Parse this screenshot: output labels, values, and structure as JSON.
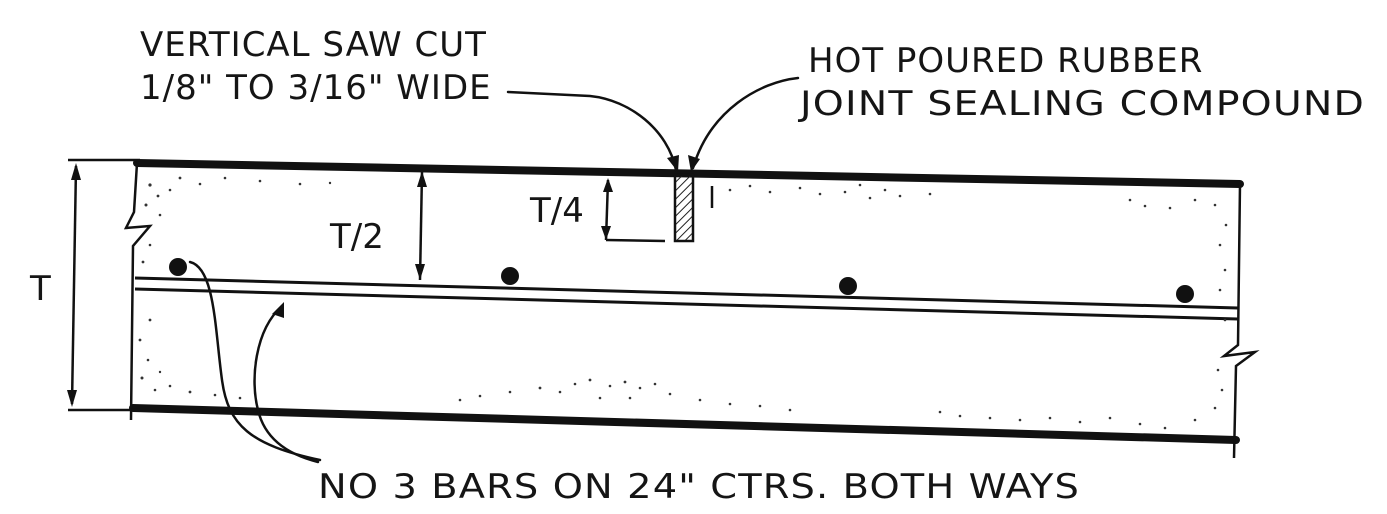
{
  "labels": {
    "saw_cut_line1": "VERTICAL SAW CUT",
    "saw_cut_line2": "1/8\" TO 3/16\" WIDE",
    "sealant_line1": "HOT POURED RUBBER",
    "sealant_line2": "JOINT SEALING COMPOUND",
    "bars": "NO 3 BARS ON 24\" CTRS. BOTH WAYS"
  },
  "dimensions": {
    "total_thickness": "T",
    "half_thickness": "T/2",
    "quarter_thickness": "T/4"
  },
  "rebar_count": 4,
  "colors": {
    "ink": "#111111",
    "sealant_hatch": "#333333",
    "background": "#ffffff"
  }
}
